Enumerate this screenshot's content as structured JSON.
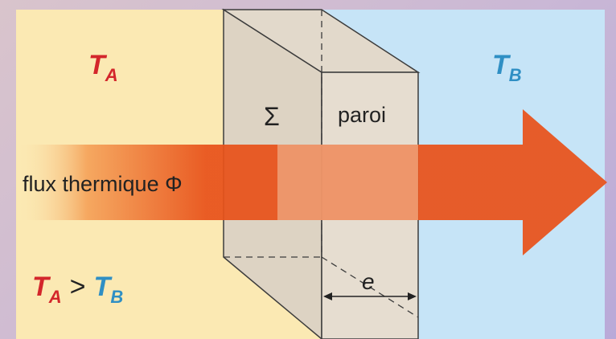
{
  "labels": {
    "temp_a": "T",
    "temp_a_sub": "A",
    "temp_b": "T",
    "temp_b_sub": "B",
    "sigma": "Σ",
    "wall": "paroi",
    "flux": "flux thermique Φ",
    "thickness": "e",
    "relation_lhs": "T",
    "relation_lhs_sub": "A",
    "relation_op": ">",
    "relation_rhs": "T",
    "relation_rhs_sub": "B"
  },
  "colors": {
    "hot_side": "#fbe9b3",
    "cold_side": "#c6e4f7",
    "temp_a": "#d3262b",
    "temp_b": "#2f8fc4",
    "flux_arrow": "#e8521a",
    "wall_front": "#e6ddd0",
    "wall_side": "#ddd3c3",
    "outline": "#3c3c3c"
  }
}
